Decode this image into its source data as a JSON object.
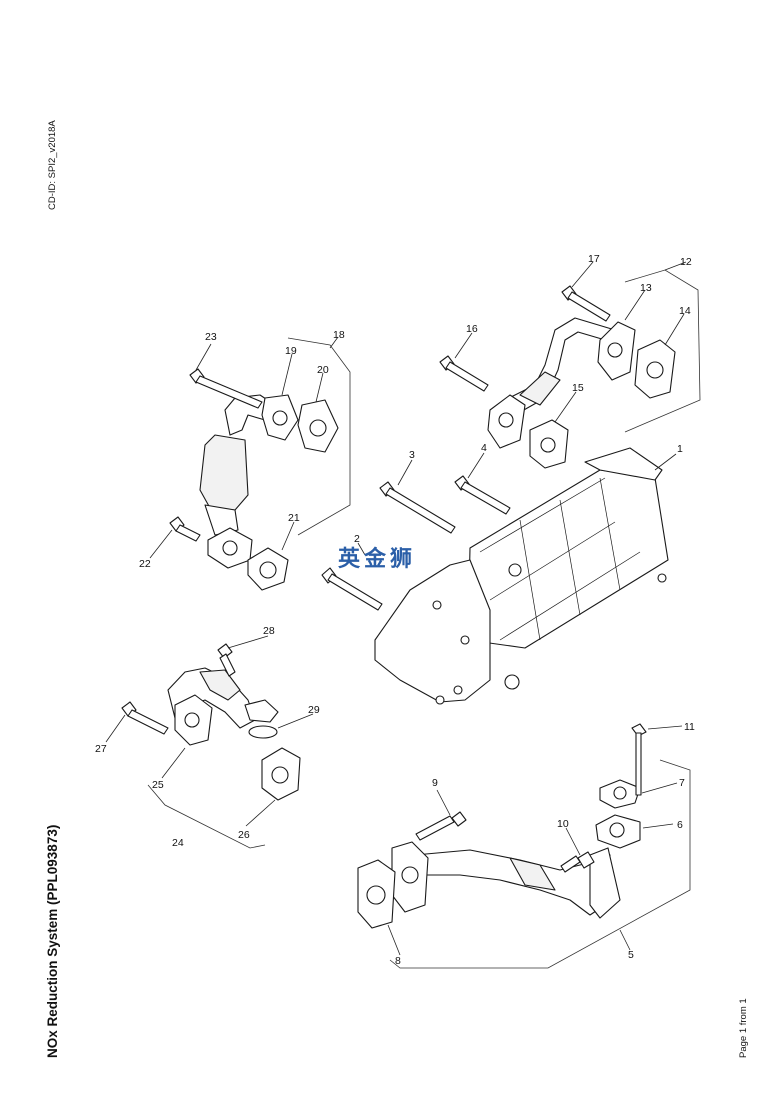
{
  "cd_id": "CD-ID: SPI2_v2018A",
  "title": "NOx Reduction System (PPL093873)",
  "page_label": "Page 1 from 1",
  "watermark_text": "英金狮",
  "watermark_color": "#2b5fa8",
  "callouts": [
    "1",
    "2",
    "3",
    "4",
    "5",
    "6",
    "7",
    "8",
    "9",
    "10",
    "11",
    "12",
    "13",
    "14",
    "15",
    "16",
    "17",
    "18",
    "19",
    "20",
    "21",
    "22",
    "23",
    "24",
    "25",
    "26",
    "27",
    "28",
    "29"
  ]
}
